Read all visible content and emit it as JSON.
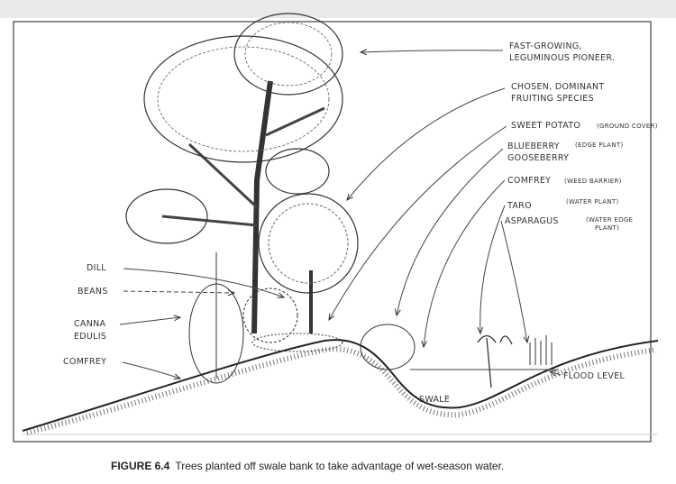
{
  "figure": {
    "number": "FIGURE 6.4",
    "caption": "Trees planted off swale bank to take advantage of wet-season water."
  },
  "labels_right": {
    "pioneer_1": "FAST-GROWING,",
    "pioneer_2": "LEGUMINOUS PIONEER.",
    "fruiting_1": "CHOSEN, DOMINANT",
    "fruiting_2": "FRUITING SPECIES",
    "sweet_potato": "SWEET POTATO",
    "sweet_potato_note": "(GROUND COVER)",
    "blueberry": "BLUEBERRY",
    "blueberry_note": "(EDGE PLANT)",
    "gooseberry": "GOOSEBERRY",
    "comfrey": "COMFREY",
    "comfrey_note": "(WEED BARRIER)",
    "taro": "TARO",
    "taro_note": "(WATER PLANT)",
    "asparagus": "ASPARAGUS",
    "asparagus_note_1": "(WATER EDGE",
    "asparagus_note_2": "PLANT)"
  },
  "labels_left": {
    "dill": "DILL",
    "beans": "BEANS",
    "canna_1": "CANNA",
    "canna_2": "EDULIS",
    "comfrey": "COMFREY"
  },
  "labels_ground": {
    "swale": "SWALE",
    "flood_level": "FLOOD LEVEL"
  }
}
